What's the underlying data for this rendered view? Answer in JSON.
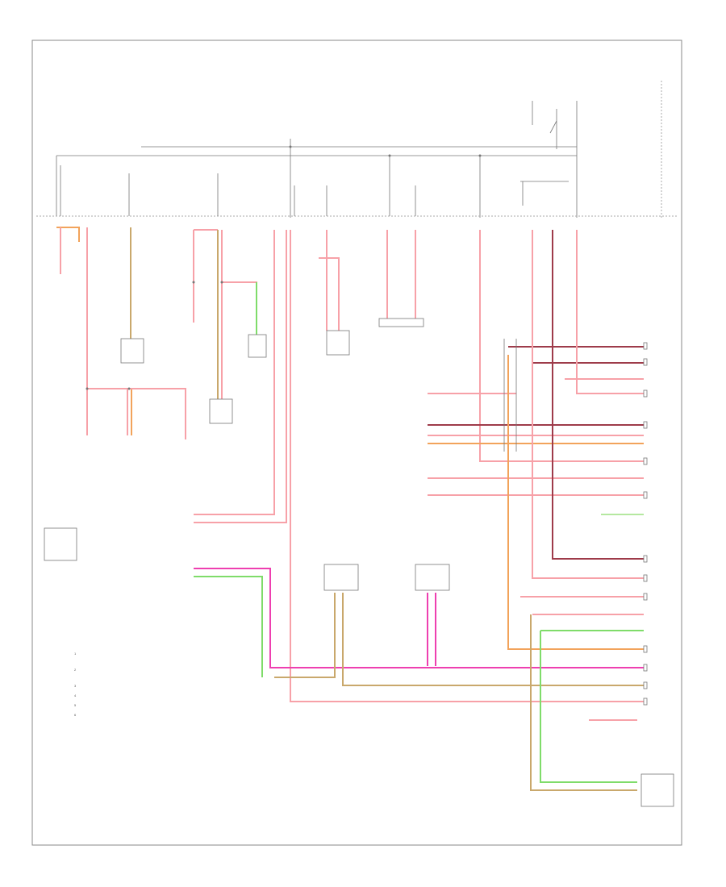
{
  "diagram": {
    "frame_label": "",
    "colors": {
      "pink": "#f7a1a8",
      "dark_red": "#9e3b4a",
      "orange": "#f2a35b",
      "tan": "#c9a86c",
      "magenta": "#ee3fb0",
      "green": "#7fdc6a",
      "light_green": "#b5e8a0",
      "gray": "#999999"
    },
    "legend": [
      "1",
      "2",
      "3",
      "4",
      "5",
      "6"
    ]
  }
}
